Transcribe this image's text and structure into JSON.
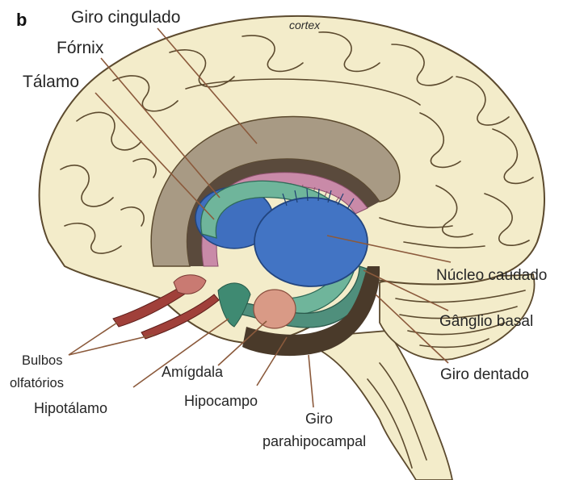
{
  "panel_letter": "b",
  "cortex_text": "cortex",
  "labels": {
    "giro_cingulado": "Giro cingulado",
    "fornix": "Fórnix",
    "talamo": "Tálamo",
    "nucleo_caudado": "Núcleo caudado",
    "ganglio_basal": "Gânglio basal",
    "giro_dentado": "Giro dentado",
    "bulbos_line1": "Bulbos",
    "bulbos_line2": "olfatórios",
    "amigdala": "Amígdala",
    "hipotalamo": "Hipotálamo",
    "hipocampo": "Hipocampo",
    "giro_line1": "Giro",
    "giro_line2": "parahipocampal"
  },
  "colors": {
    "brain_fill": "#f3ecca",
    "brain_outline": "#5c4a2e",
    "cingulate": "#a89a84",
    "corpus_callosum": "#5a4a3c",
    "fornix": "#c98aa8",
    "thalamus_blue": "#3f6fbf",
    "hippocampus_green": "#4f8f7c",
    "amygdala": "#d99a86",
    "parahippocampal": "#4a3a2a",
    "olfactory": "#a0403a",
    "leader_line": "#8b5a3c"
  }
}
